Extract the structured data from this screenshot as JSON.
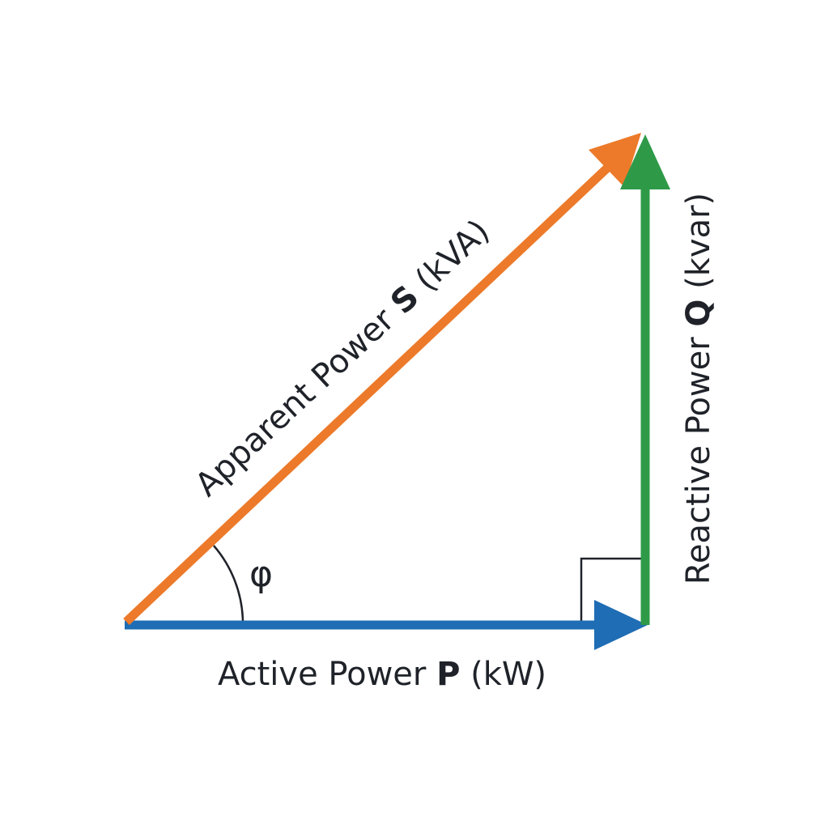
{
  "colors": {
    "active": "#1f6db4",
    "reactive": "#2e9a47",
    "apparent": "#ec7a2a",
    "text": "#1f2329"
  },
  "labels": {
    "active": {
      "prefix": "Active Power ",
      "symbol": "P",
      "unit": " (kW)"
    },
    "reactive": {
      "prefix": "Reactive Power ",
      "symbol": "Q",
      "unit": " (kvar)"
    },
    "apparent": {
      "prefix": "Apparent Power ",
      "symbol": "S",
      "unit": " (kVA)"
    },
    "angle": "φ"
  }
}
